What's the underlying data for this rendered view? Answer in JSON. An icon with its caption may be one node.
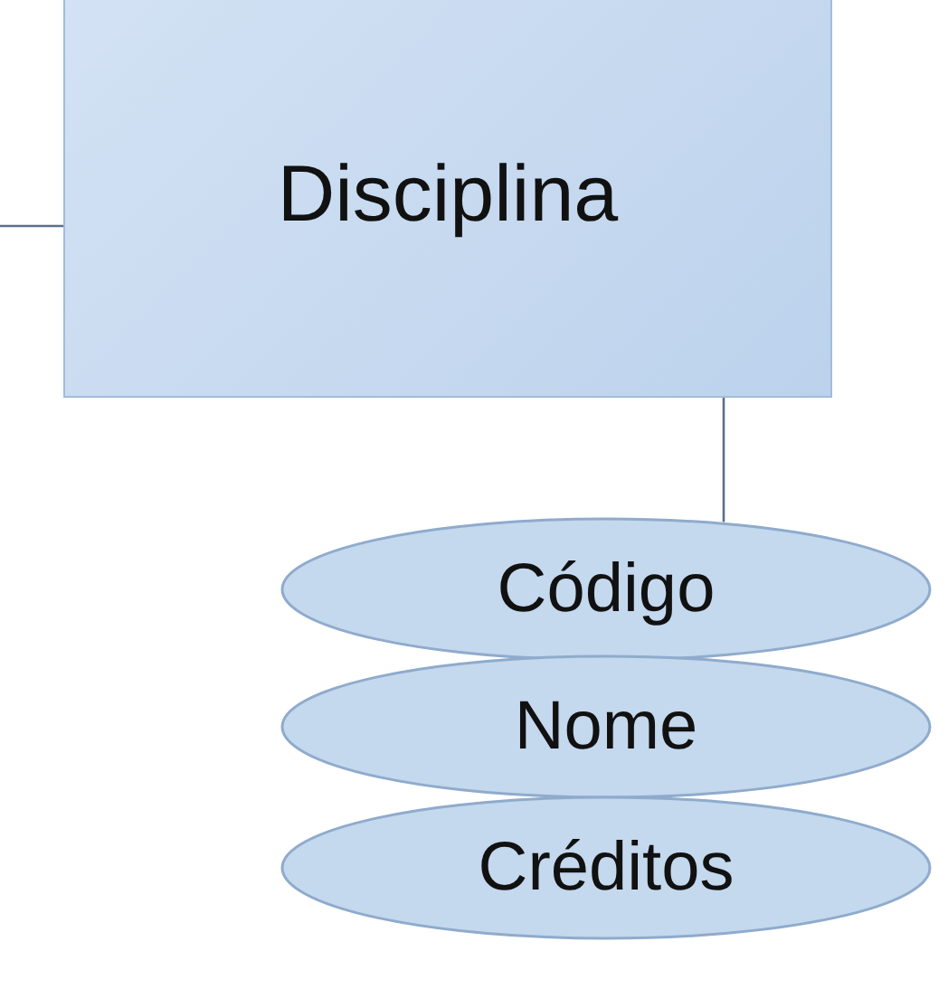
{
  "diagram": {
    "nodes": [
      {
        "text": [
          "Disciplina"
        ]
      },
      {
        "text": [
          "Código"
        ]
      },
      {
        "text": [
          "Nome"
        ]
      },
      {
        "text": [
          "Créditos"
        ]
      }
    ],
    "edges": [
      {
        "from": null,
        "to": 0,
        "arrow": "none"
      },
      {
        "from": 0,
        "to": 1,
        "arrow": "none"
      }
    ]
  }
}
